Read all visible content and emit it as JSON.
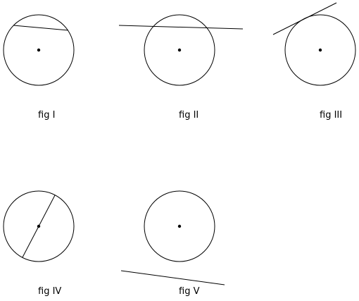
{
  "figures": [
    {
      "label": "fig I",
      "line_type": "chord"
    },
    {
      "label": "fig II",
      "line_type": "secant"
    },
    {
      "label": "fig III",
      "line_type": "tangent"
    },
    {
      "label": "fig IV",
      "line_type": "diameter"
    },
    {
      "label": "fig V",
      "line_type": "non-intersecting line"
    }
  ],
  "colors": {
    "stroke": "#000000",
    "background": "#ffffff"
  }
}
